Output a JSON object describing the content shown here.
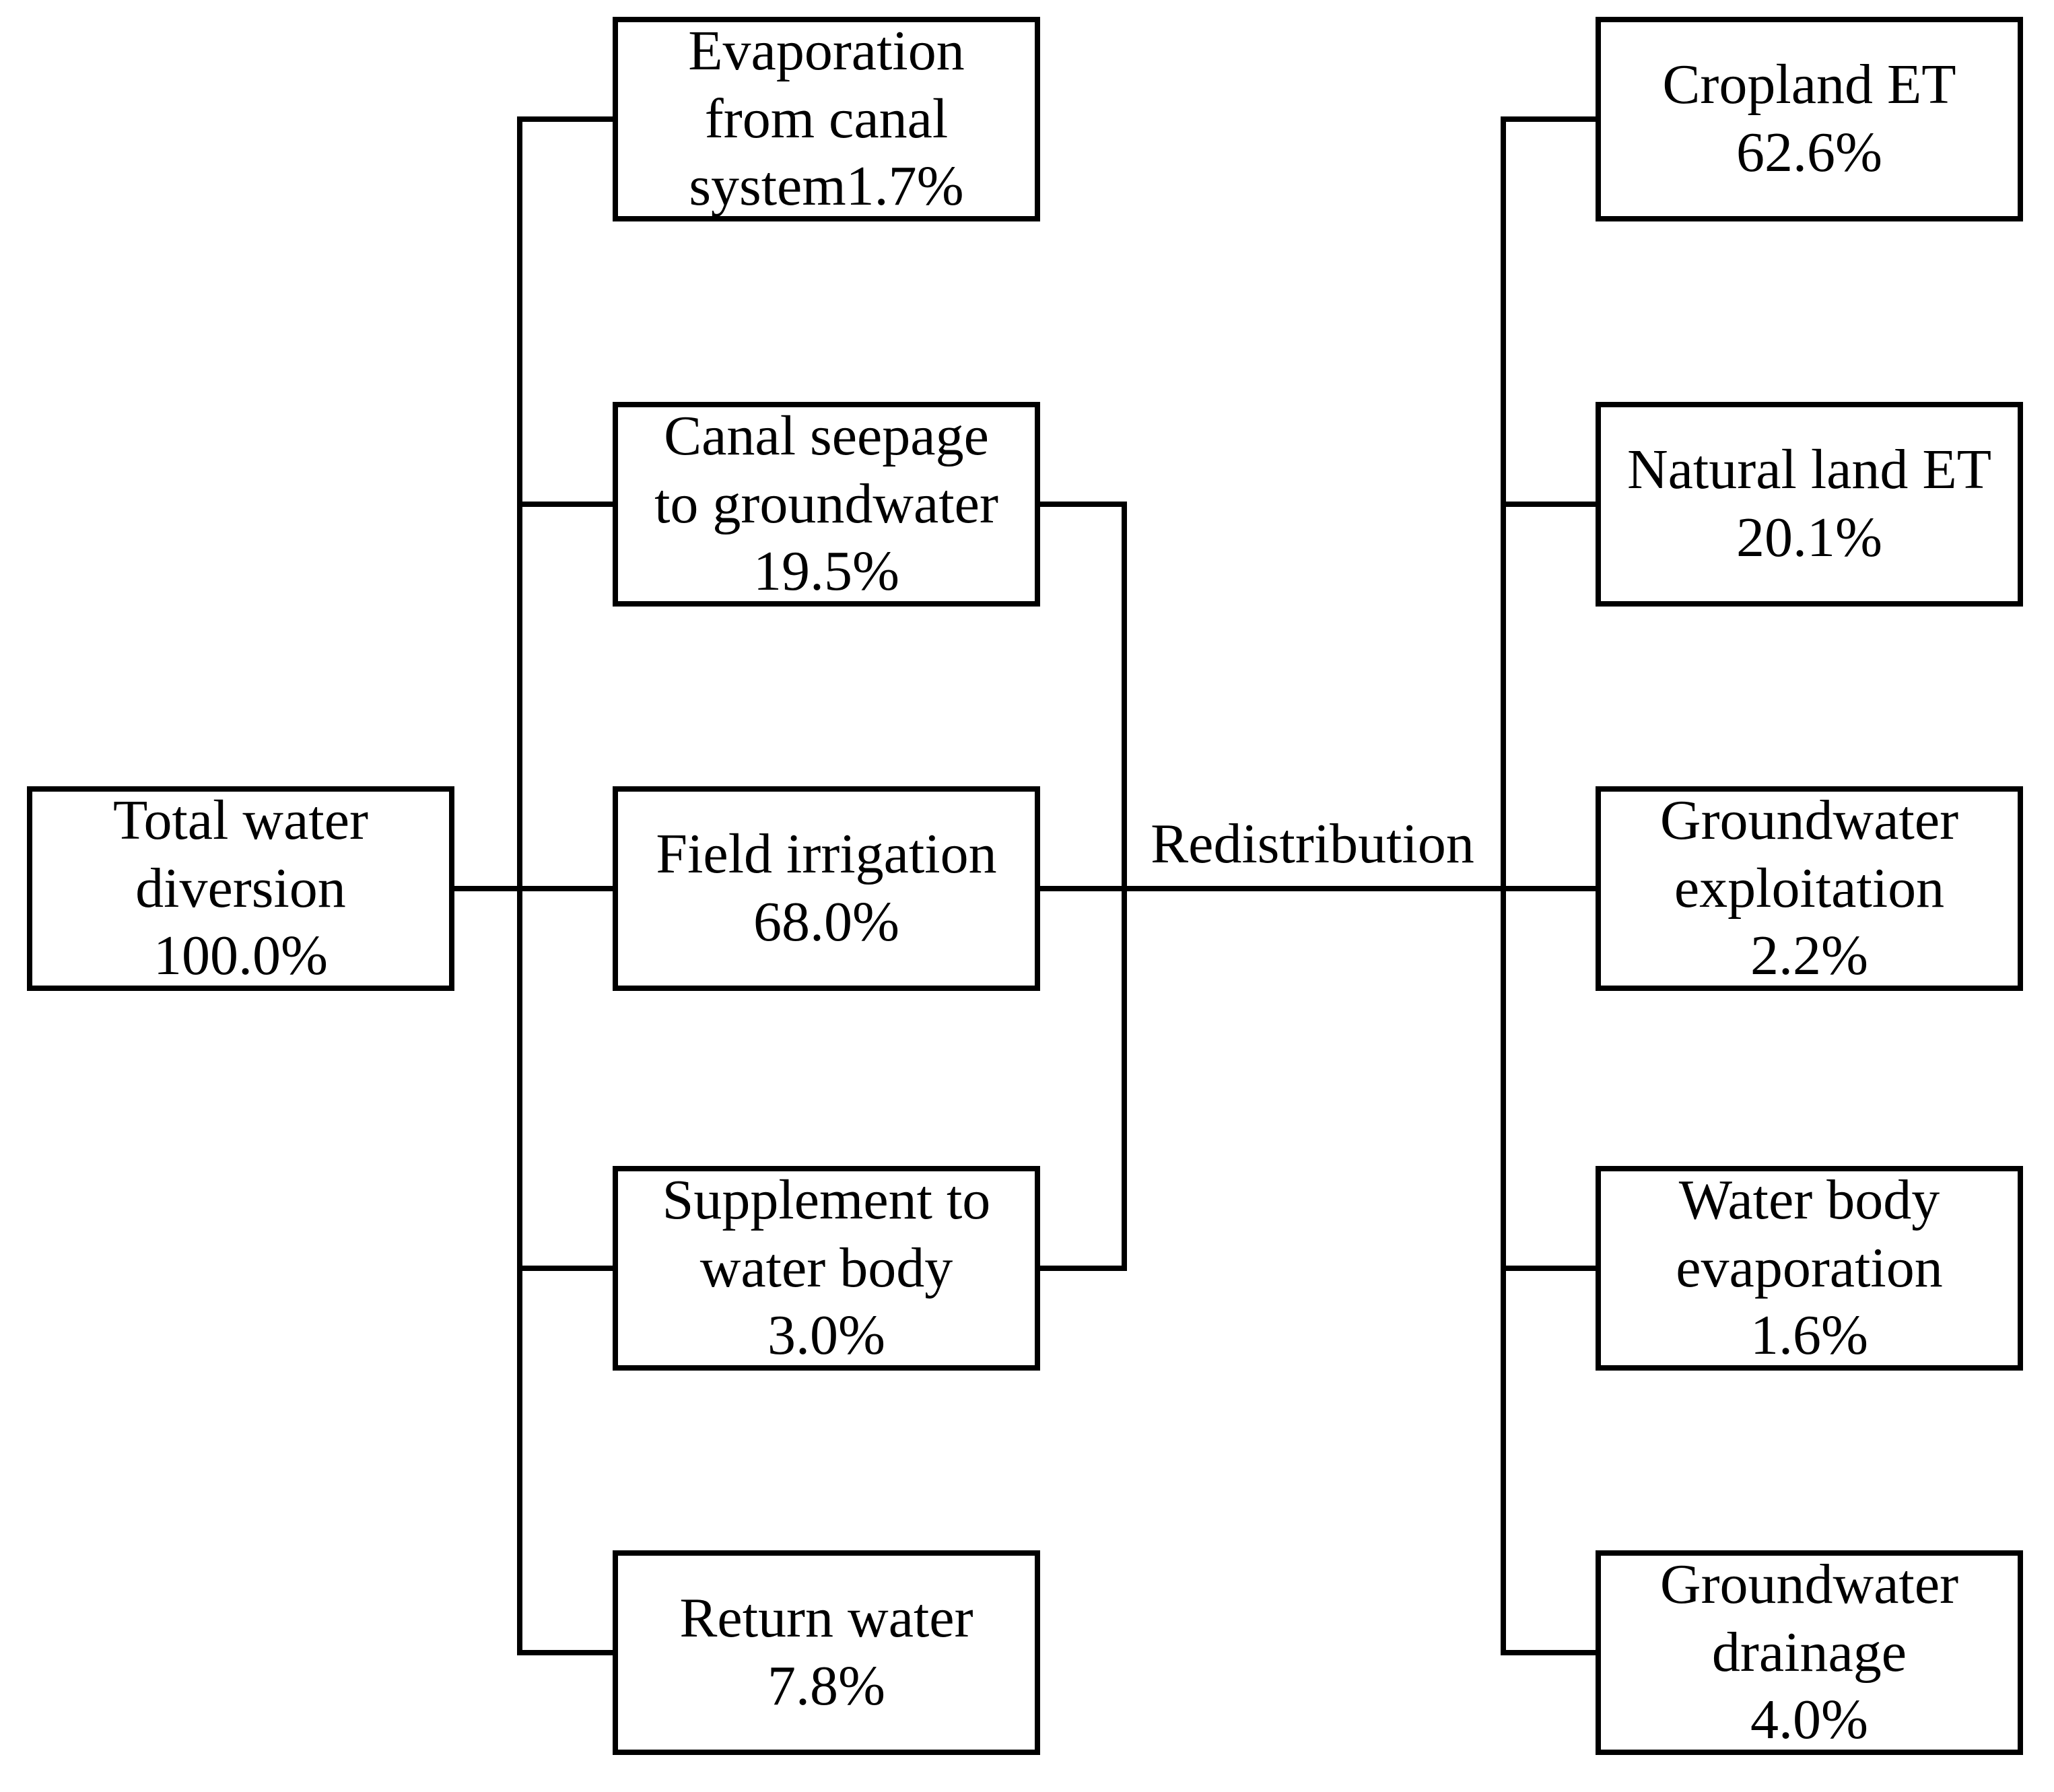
{
  "nodes": {
    "source": {
      "lines": [
        "Total water",
        "diversion",
        "100.0%"
      ]
    },
    "evaporation_canal": {
      "lines": [
        "Evaporation",
        "from canal",
        "system1.7%"
      ]
    },
    "canal_seepage": {
      "lines": [
        "Canal seepage",
        "to groundwater",
        "19.5%"
      ]
    },
    "field_irrigation": {
      "lines": [
        "Field irrigation",
        "68.0%"
      ]
    },
    "supplement_water_body": {
      "lines": [
        "Supplement to",
        "water body",
        "3.0%"
      ]
    },
    "return_water": {
      "lines": [
        "Return water",
        "7.8%"
      ]
    },
    "cropland_et": {
      "lines": [
        "Cropland ET",
        "62.6%"
      ]
    },
    "natural_land_et": {
      "lines": [
        "Natural land ET",
        "20.1%"
      ]
    },
    "groundwater_exploitation": {
      "lines": [
        "Groundwater",
        "exploitation",
        "2.2%"
      ]
    },
    "water_body_evaporation": {
      "lines": [
        "Water body",
        "evaporation",
        "1.6%"
      ]
    },
    "groundwater_drainage": {
      "lines": [
        "Groundwater",
        "drainage",
        "4.0%"
      ]
    }
  },
  "labels": {
    "redistribution": "Redistribution"
  },
  "colors": {
    "line": "#000000",
    "text": "#000000",
    "background": "#ffffff"
  }
}
